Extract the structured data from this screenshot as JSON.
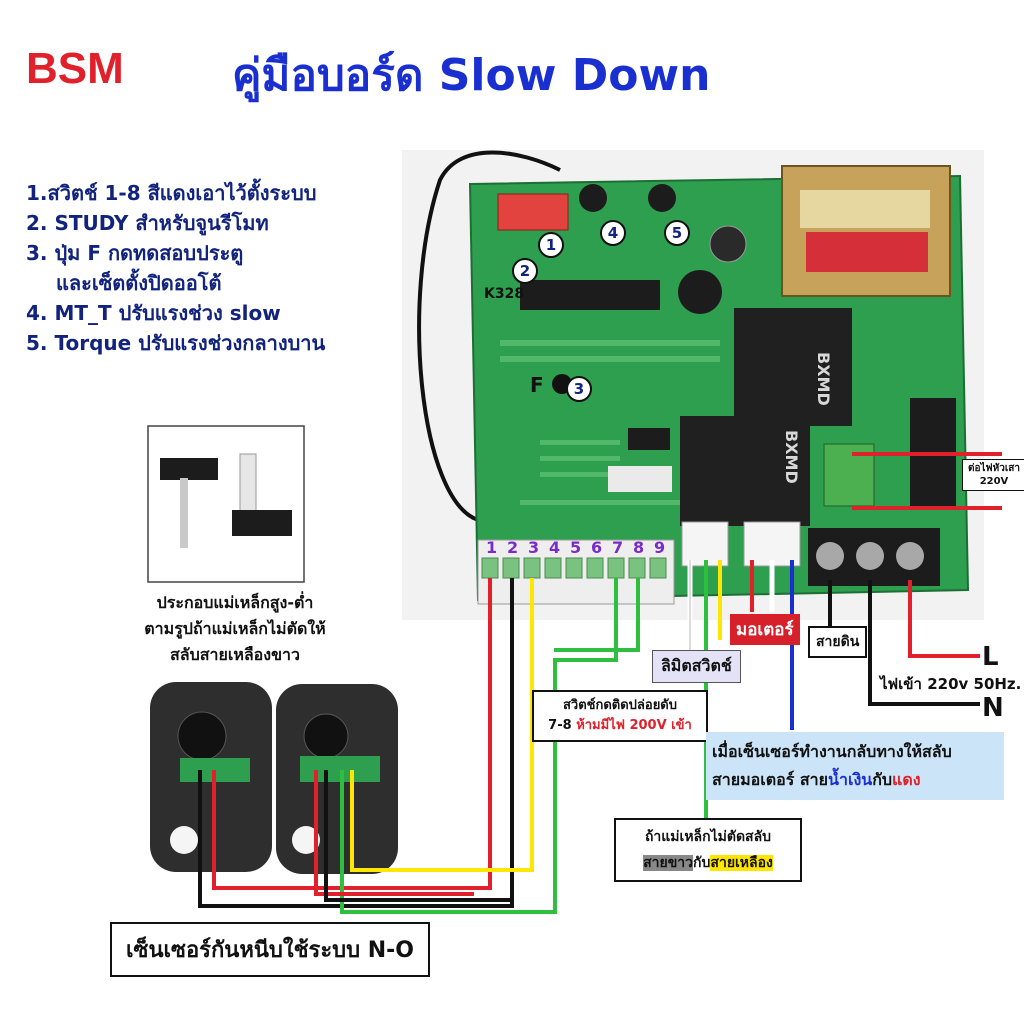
{
  "brand": "BSM",
  "title": "คู่มือบอร์ด Slow Down",
  "legend": [
    "1.สวิตช์ 1-8 สีแดงเอาไว้ตั้งระบบ",
    "2. STUDY สำหรับจูนรีโมท",
    "3. ปุ่ม F กดทดสอบประตู",
    "และเซ็ตตั้งปิดออโต้",
    "4. MT_T ปรับแรงช่วง slow",
    "5. Torque ปรับแรงช่วงกลางบาน"
  ],
  "board": {
    "model": "K328",
    "callouts": [
      "1",
      "2",
      "3",
      "4",
      "5"
    ],
    "f_button": "F",
    "relay_brand": "BXMD",
    "terminal_numbers": [
      "1",
      "2",
      "3",
      "4",
      "5",
      "6",
      "7",
      "8",
      "9"
    ]
  },
  "labels": {
    "magnet_note": [
      "ประกอบแม่เหล็กสูง-ต่ำ",
      "ตามรูปถ้าแม่เหล็กไม่ตัดให้",
      "สลับสายเหลืองขาว"
    ],
    "motor": "มอเตอร์",
    "ground": "สายดิน",
    "limit_switch": "ลิมิตสวิตช์",
    "power_in": "ไฟเข้า 220v 50Hz.",
    "L": "L",
    "N": "N",
    "ac_out": [
      "ต่อไฟหัวเสา",
      "220V"
    ],
    "switch_note_1": "สวิตช์กดติดปล่อยดับ",
    "switch_note_2_pre": "7-8 ",
    "switch_note_2_red": "ห้ามมีไฟ 200V เข้า",
    "reverse_line1": "เมื่อเซ็นเซอร์ทำงานกลับทางให้สลับ",
    "reverse_line2_pre": "สายมอเตอร์ สาย",
    "reverse_blue": "น้ำเงิน",
    "reverse_mid": "กับ",
    "reverse_red": "แดง",
    "swap_line1": "ถ้าแม่เหล็กไม่ตัดสลับ",
    "swap_gray": "สายขาว",
    "swap_mid": "กับ",
    "swap_yellow": "สายเหลือง",
    "sensor": "เซ็นเซอร์กันหนีบใช้ระบบ N-O"
  },
  "colors": {
    "brand_red": "#e0202a",
    "title_blue": "#1a2fd0",
    "board_green": "#2e9e4f",
    "wire_red": "#e0202a",
    "wire_black": "#111111",
    "wire_yellow": "#ffe600",
    "wire_green": "#2fbf3f",
    "wire_blue": "#1a2fd0",
    "wire_white": "#ffffff"
  }
}
